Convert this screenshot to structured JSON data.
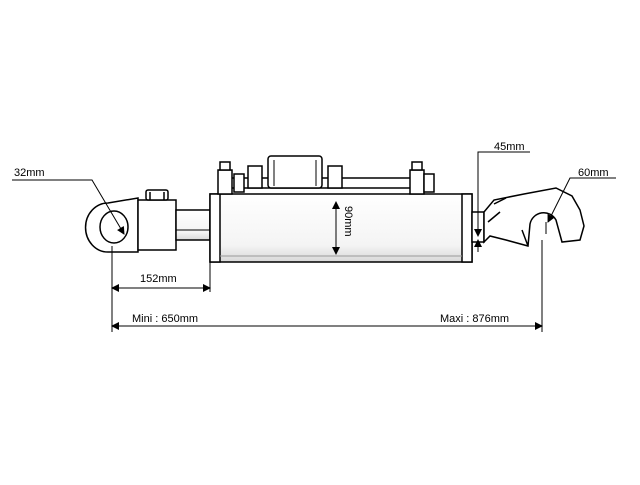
{
  "labels": {
    "pin_diameter": "32mm",
    "body_diameter": "90mm",
    "hook_width": "45mm",
    "hook_opening": "60mm",
    "end_length": "152mm",
    "min_length": "Mini : 650mm",
    "max_length": "Maxi : 876mm"
  }
}
